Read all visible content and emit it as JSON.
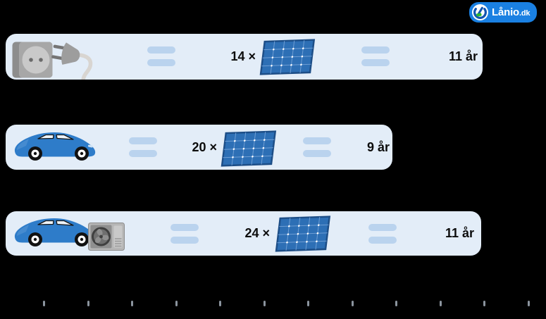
{
  "brand": {
    "name": "Lånio",
    "tld": ".dk",
    "icon": "lanio-logo-icon"
  },
  "rows": [
    {
      "icon": "power-socket-plug-icon",
      "panels_label": "14 ×",
      "panels": 14,
      "payback_label": "11 år",
      "payback_years": 11
    },
    {
      "icon": "electric-car-icon",
      "panels_label": "20 ×",
      "panels": 20,
      "payback_label": "9 år",
      "payback_years": 9
    },
    {
      "icon": "electric-car-heat-pump-icon",
      "panels_label": "24 ×",
      "panels": 24,
      "payback_label": "11 år",
      "payback_years": 11
    }
  ],
  "axis": {
    "tick_count": 12
  },
  "colors": {
    "brand-blue": "#1a80e2",
    "row-bg": "#e3edf8",
    "equals-blue": "#bad3ee",
    "panel-blue": "#2d6fb5",
    "panel-border": "#1d4e87",
    "panel-grid": "#6f9ed4",
    "car-blue": "#2e7cc9",
    "tick-gray": "#8b949e",
    "logo-green": "#2db52d",
    "logo-dark-blue": "#1256b0"
  },
  "chart_data": {
    "type": "table",
    "columns": [
      "scenario_icon",
      "solar_panels_needed",
      "payback_time"
    ],
    "rows": [
      [
        "power-socket-plug",
        14,
        "11 år"
      ],
      [
        "electric-car",
        20,
        "9 år"
      ],
      [
        "electric-car-heat-pump",
        24,
        "11 år"
      ]
    ]
  }
}
